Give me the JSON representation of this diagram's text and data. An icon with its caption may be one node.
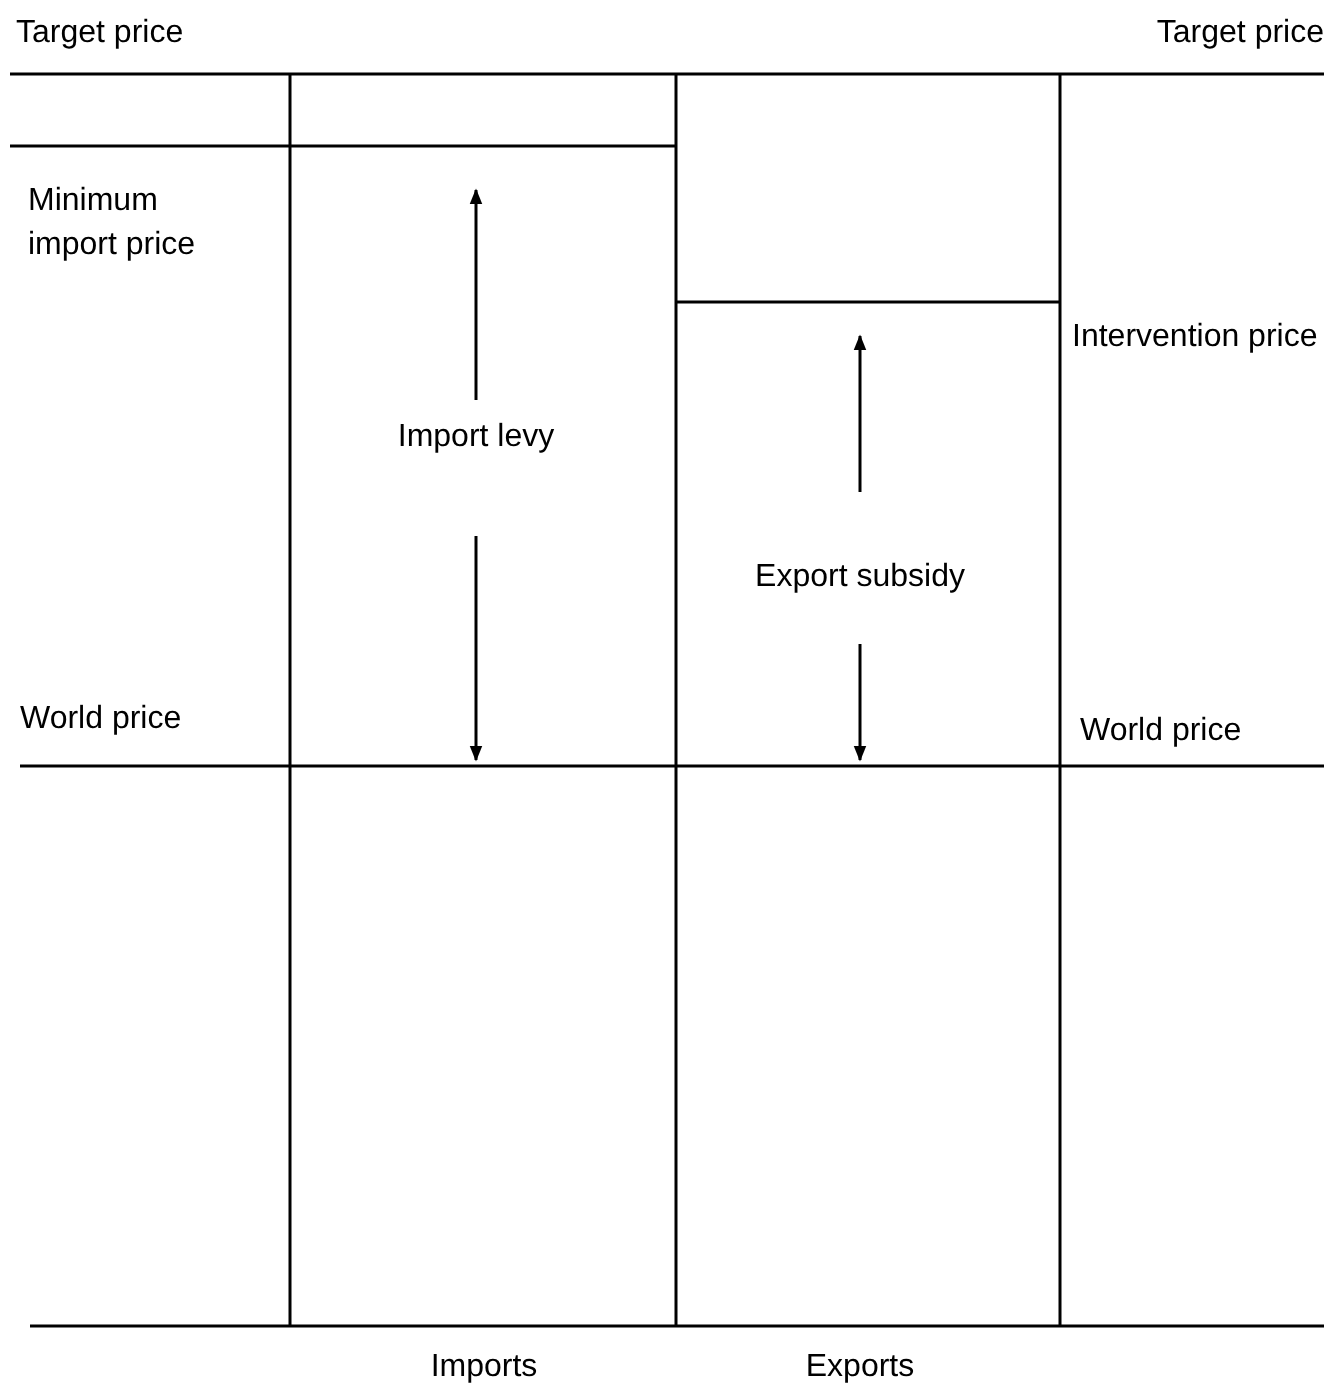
{
  "diagram": {
    "labels": [
      "Target price",
      "Target price",
      "Minimum import price",
      "Intervention price",
      "Import levy",
      "Export subsidy",
      "World price",
      "World price",
      "Imports",
      "Exports"
    ]
  }
}
